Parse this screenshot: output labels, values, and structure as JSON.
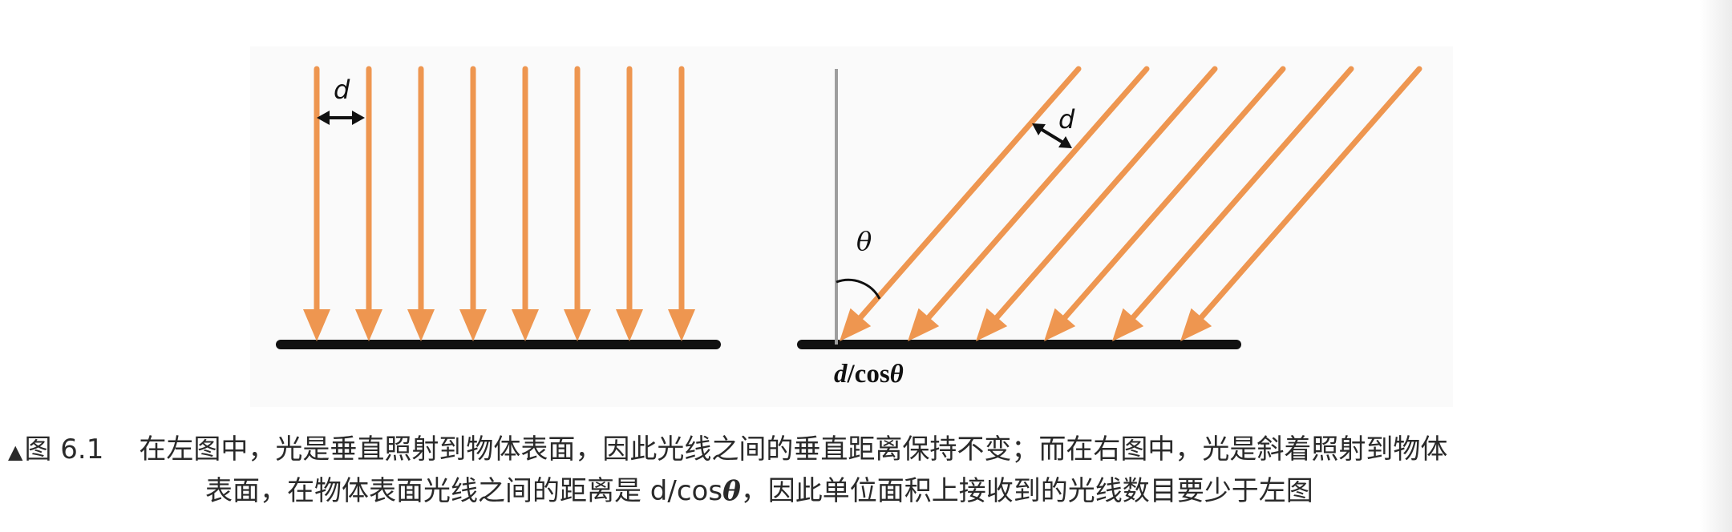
{
  "figure": {
    "left_panel": {
      "spacing_label": "d",
      "ray_count": 8,
      "ray_color": "#ee9650",
      "surface_color": "#111111"
    },
    "right_panel": {
      "spacing_label": "d",
      "angle_label": "θ",
      "surface_spacing_label_main": "d",
      "surface_spacing_label_rest": "/cos",
      "surface_spacing_label_theta": "θ",
      "ray_count": 6,
      "normal_color": "#9e9e9e",
      "ray_color": "#ee9650",
      "surface_color": "#111111"
    }
  },
  "caption": {
    "marker": "▲",
    "label": "图 6.1",
    "line1": "在左图中，光是垂直照射到物体表面，因此光线之间的垂直距离保持不变；而在右图中，光是斜着照射到物体",
    "line2_before_theta": "表面，在物体表面光线之间的距离是 d/cos",
    "line2_theta": "θ",
    "line2_after_theta": "，因此单位面积上接收到的光线数目要少于左图"
  }
}
